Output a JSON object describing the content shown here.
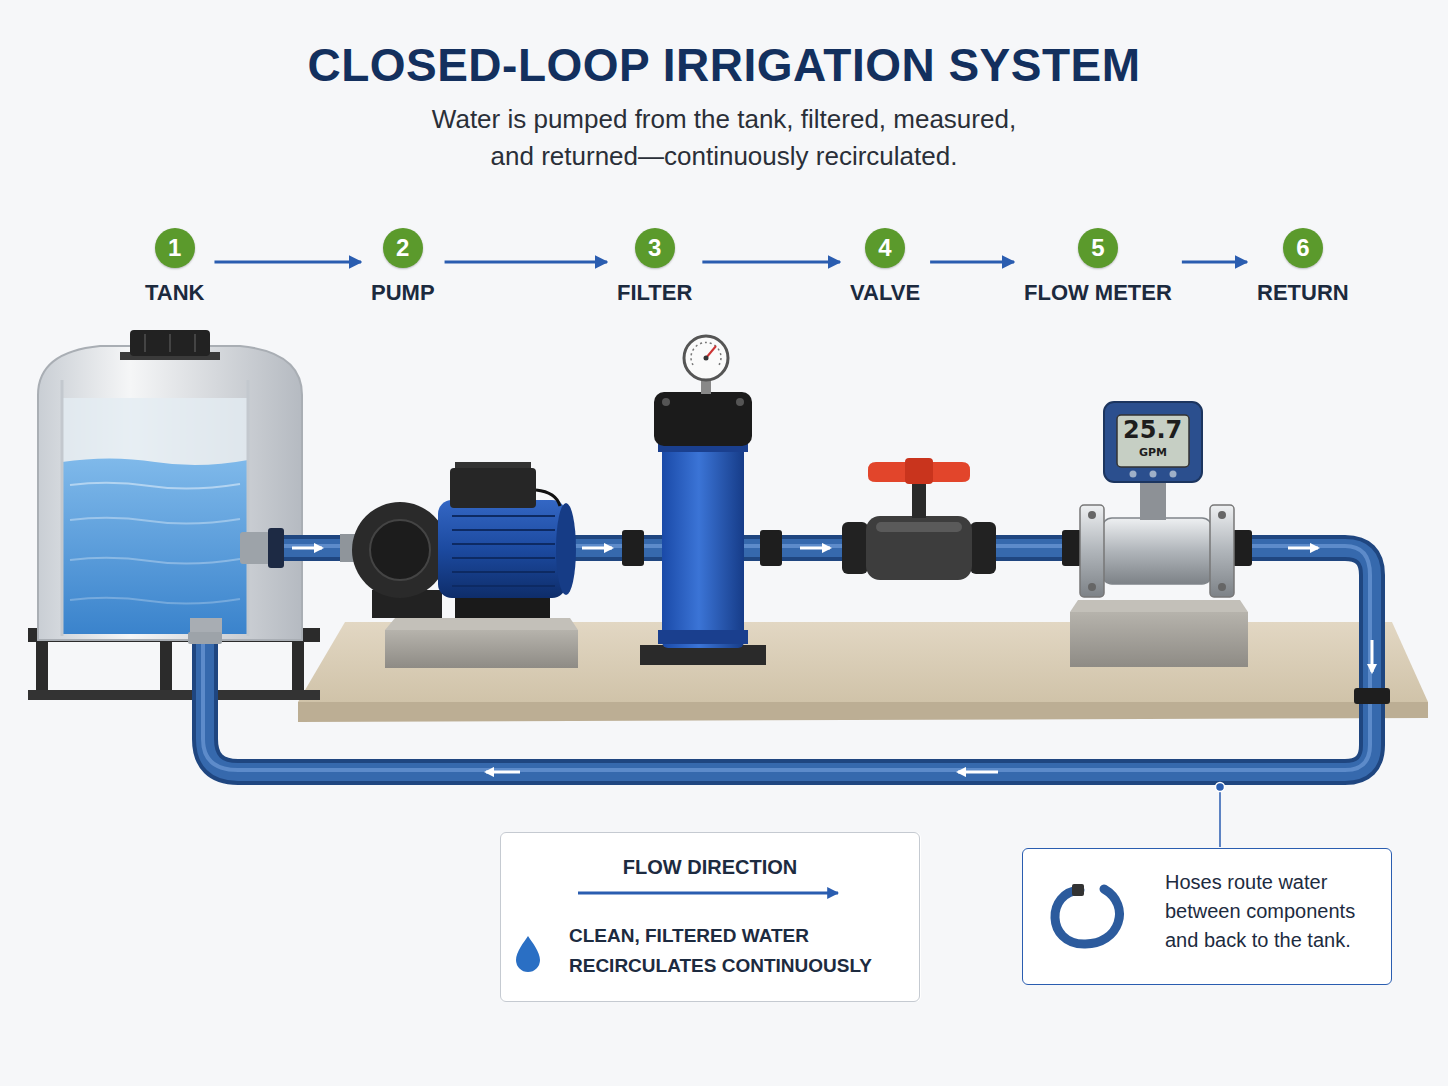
{
  "diagram": {
    "title": "CLOSED-LOOP IRRIGATION SYSTEM",
    "caption": "Water is pumped from the tank, filtered, measured, and returned—continuously recirculated.",
    "nodes": [
      {
        "text": [
          "1",
          "TANK"
        ]
      },
      {
        "text": [
          "2",
          "PUMP"
        ]
      },
      {
        "text": [
          "3",
          "FILTER"
        ]
      },
      {
        "text": [
          "4",
          "VALVE"
        ]
      },
      {
        "text": [
          "5",
          "FLOW METER"
        ]
      },
      {
        "text": [
          "6",
          "RETURN"
        ]
      },
      {
        "text": [
          "Hoses route water between components and back to the tank."
        ]
      }
    ],
    "edges": [
      {
        "from": 0,
        "to": 1,
        "arrow": "to"
      },
      {
        "from": 1,
        "to": 2,
        "arrow": "to"
      },
      {
        "from": 2,
        "to": 3,
        "arrow": "to"
      },
      {
        "from": 3,
        "to": 4,
        "arrow": "to"
      },
      {
        "from": 4,
        "to": 5,
        "arrow": "to"
      }
    ],
    "labels": [
      "25.7",
      "GPM"
    ],
    "legend": [
      {
        "text": "FLOW DIRECTION"
      },
      {
        "text": "CLEAN, FILTERED WATER RECIRCULATES CONTINUOUSLY"
      }
    ]
  }
}
